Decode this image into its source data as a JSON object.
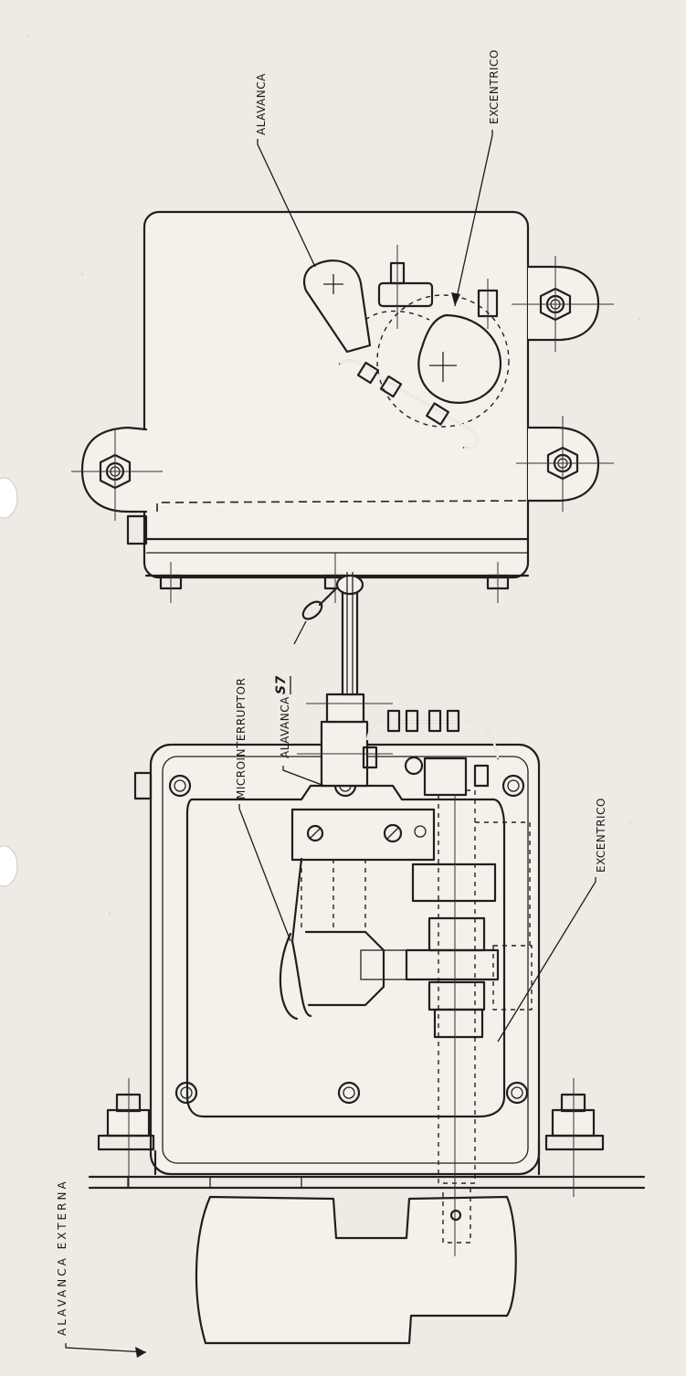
{
  "labels": {
    "alavanca_externa": "ALAVANCA EXTERNA",
    "microinterruptor": "MICROINTERRUPTOR",
    "alavanca_side": "ALAVANCA",
    "excentrico_side": "EXCENTRICO",
    "alavanca_top": "ALAVANCA",
    "excentrico_top": "EXCENTRICO",
    "ref_code": "S7"
  }
}
